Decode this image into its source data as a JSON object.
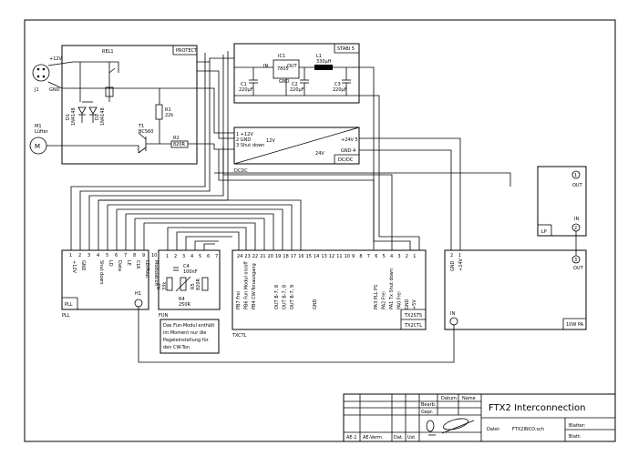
{
  "blocks": {
    "protect": {
      "label": "PROTECT",
      "rel": "REL1",
      "j1": "J1",
      "plus12": "+12V",
      "gnd": "GND",
      "d1": "D1",
      "d1type": "1N4148",
      "d2": "D2",
      "d2type": "1N4148",
      "r1": "R1",
      "r1val": "22k",
      "t1": "T1",
      "t1type": "BC560",
      "r2": "R2",
      "r2val": "820R",
      "m1": "M1",
      "m1b": "Lüfter"
    },
    "stabi": {
      "label": "STABI 5",
      "ic": "IC1",
      "reg": "7805",
      "in": "IN",
      "out": "OUT",
      "gnd": "GND",
      "l1": "L1",
      "l1val": "330µH",
      "c1": "C1",
      "c1val": "220µF",
      "c2": "C2",
      "c2val": "220µF",
      "c3": "C3",
      "c3val": "220µF"
    },
    "dcdc": {
      "label": "DCDC",
      "tag": "DC/DC",
      "pins": [
        "1 +12V",
        "2 GND",
        "3 Shut down"
      ],
      "v12": "12V",
      "v24": "24V",
      "out5": "+24V 5",
      "out4": "GND 4"
    },
    "lp": {
      "label": "LP",
      "out": "OUT",
      "in": "IN",
      "pin1": "1",
      "pin2": "2"
    },
    "pll": {
      "label": "PLL",
      "name": "PLL",
      "pins": [
        "1",
        "2",
        "3",
        "4",
        "5",
        "6",
        "7",
        "8",
        "9",
        "10"
      ],
      "sigs": [
        "+12V",
        "GND",
        "",
        "Shut down",
        "LD",
        "Data",
        "LE",
        "CLK",
        "LD/Pout",
        "Modulation"
      ],
      "h1": "H1"
    },
    "fun": {
      "label": "FUN",
      "pins": [
        "1",
        "2",
        "3",
        "4",
        "5",
        "6",
        "7"
      ],
      "c4": "C4",
      "c4val": "100nF",
      "r3": "R3",
      "r3val": "33k",
      "r5": "R5",
      "r5val": "820R",
      "r4": "R4",
      "r4val": "250R"
    },
    "note": {
      "lines": [
        "Das Fun-Modul enthält",
        "im Moment nur die",
        "Pegeleinstellung für",
        "den CW-Ton"
      ]
    },
    "txctl": {
      "label": "TXCTL",
      "name": "TX2STS",
      "name2": "TX2CTL",
      "pins": [
        "24",
        "23",
        "22",
        "21",
        "20",
        "19",
        "18",
        "17",
        "16",
        "15",
        "14",
        "13",
        "12",
        "11",
        "10",
        "9",
        "8",
        "7",
        "6",
        "5",
        "4",
        "3",
        "2",
        "1"
      ],
      "sigs": [
        "PB7 Frei",
        "PB6 Fun Modul on/off",
        "PB4 CW-Tonausgang",
        "",
        "",
        "OUT B-7, 8",
        "OUT B-7, 8",
        "OUT B-7, 9",
        "",
        "",
        "GND",
        "",
        "",
        "",
        "",
        "",
        "",
        "",
        "PA3 PLL PS",
        "PA2 Frei",
        "PA1 Tx Shut down",
        "PA0 Frei",
        "GND",
        "+5V"
      ]
    },
    "pa": {
      "label": "10W PA",
      "gnd": "GND",
      "v24": "+24V",
      "out": "OUT",
      "in": "IN",
      "p1": "1",
      "p2": "2",
      "p3": "3"
    }
  },
  "titleblock": {
    "title": "FTX2 Interconnection",
    "hdr_datum": "Datum",
    "hdr_name": "Name",
    "bearb": "Bearb.",
    "gepr": "Gepr.",
    "datei_lbl": "Datei:",
    "datei": "FTX2INCO.sch",
    "blatt": "Blatter:",
    "blatt2": "Blatt:",
    "foot": [
      "AE-1",
      "AE-Verm.",
      "Dat.",
      "Ust"
    ]
  }
}
